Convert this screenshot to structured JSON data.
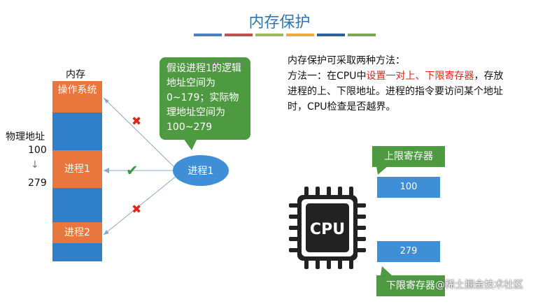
{
  "title": "内存保护",
  "deco_colors": [
    "#4a7fc1",
    "#c0504d",
    "#9bbb59",
    "#f2a93b",
    "#2e5fa0",
    "#7aa84f"
  ],
  "memory": {
    "label": "内存",
    "segments": [
      "操作系统",
      "进程1",
      "进程2"
    ],
    "phys_addr_label": "物理地址",
    "addr_start": "100",
    "addr_arrow": "↓",
    "addr_end": "279"
  },
  "bubble_text": "假设进程1的逻辑地址空间为 0~179；实际物理地址空间为 100~279",
  "process_label": "进程1",
  "description": {
    "line1": "内存保护可采取两种方法：",
    "line2_prefix": "方法一：在CPU中",
    "line2_highlight": "设置一对上、下限寄存器",
    "line2_suffix": "，存放",
    "line3": "进程的上、下限地址。进程的指令要访问某个地址",
    "line4": "时，CPU检查是否越界。"
  },
  "upper_register": {
    "label": "上限寄存器",
    "value": "100"
  },
  "lower_register": {
    "label": "下限寄存器",
    "value": "279"
  },
  "cpu_text": "CPU",
  "marks": {
    "cross_icon": "✖",
    "check_icon": "✔"
  },
  "colors": {
    "title": "#2e75b6",
    "memory_blue": "#2f7fc9",
    "segment_orange": "#e8763d",
    "green": "#4e9a40",
    "cross": "#e0261a",
    "check": "#3a9a3a"
  },
  "watermark": "@稀土掘金技术社区"
}
